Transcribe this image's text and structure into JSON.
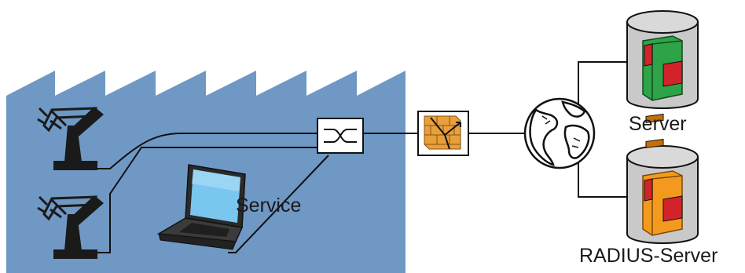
{
  "diagram": {
    "labels": {
      "service": "Service",
      "server": "Server",
      "radius_server": "RADIUS-Server"
    },
    "colors": {
      "factory_fill": "#6f98c4",
      "line": "#111111",
      "cylinder_fill": "#c9c9c9",
      "server_cabinet": "#2fa348",
      "radius_cabinet": "#f39a1e",
      "drawer_accent": "#d2232a",
      "firewall_brick": "#e8a03a"
    },
    "icons": [
      "robot-arm-icon",
      "robot-arm-icon",
      "laptop-icon",
      "switch-icon",
      "firewall-icon",
      "globe-icon",
      "database-icon",
      "database-icon"
    ]
  }
}
